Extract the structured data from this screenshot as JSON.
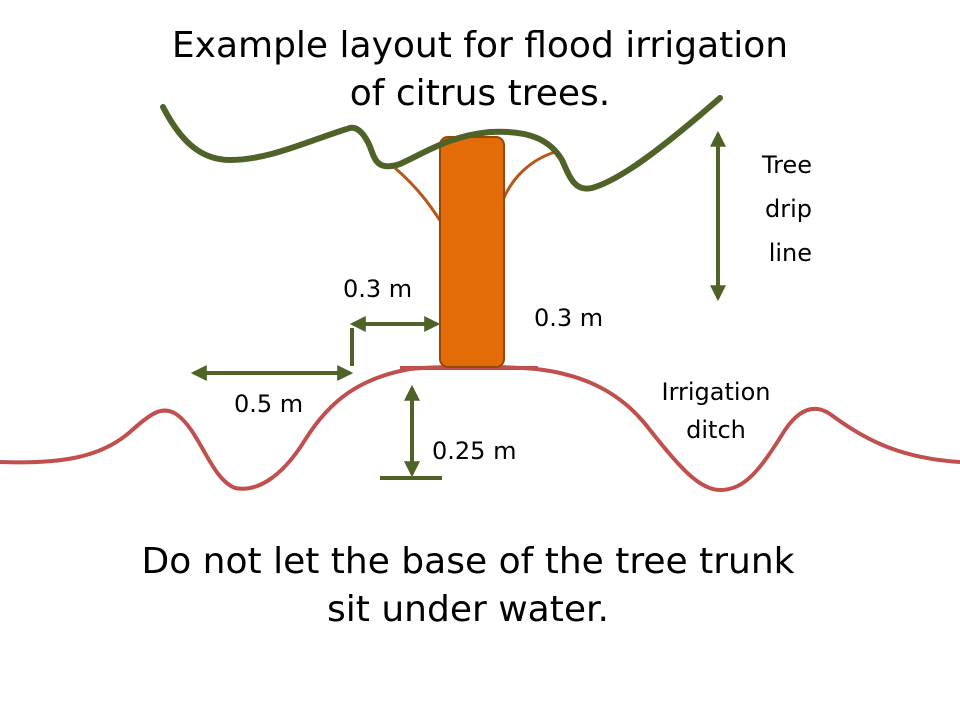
{
  "title": {
    "line1": "Example layout for flood irrigation",
    "line2": "of citrus trees."
  },
  "labels": {
    "trunk_left_gap": "0.3 m",
    "trunk_width": "0.3 m",
    "bed_edge": "0.5 m",
    "bed_height": "0.25 m",
    "drip_line": [
      "Tree",
      "drip",
      "line"
    ],
    "ditch": [
      "Irrigation",
      "ditch"
    ]
  },
  "footer": {
    "line1": "Do not let the base of the tree trunk",
    "line2": "sit under water."
  },
  "colors": {
    "canopy": "#4f6228",
    "dimension_arrows": "#4f6228",
    "trunk_fill": "#e36c09",
    "trunk_outline": "#974806",
    "branches": "#b5591b",
    "ground": "#c0504d"
  }
}
